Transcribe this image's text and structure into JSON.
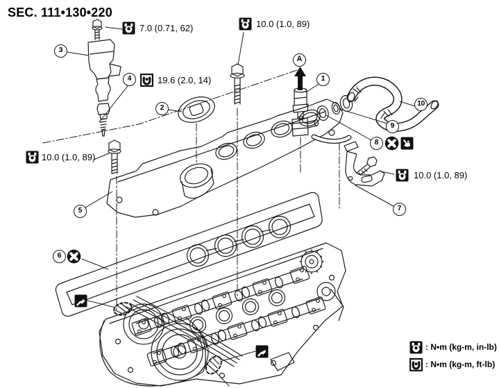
{
  "header": {
    "section_label": "SEC. 111•130•220"
  },
  "callouts": [
    {
      "label": "1"
    },
    {
      "label": "2"
    },
    {
      "label": "3"
    },
    {
      "label": "4"
    },
    {
      "label": "5"
    },
    {
      "label": "6"
    },
    {
      "label": "7"
    },
    {
      "label": "8"
    },
    {
      "label": "9"
    },
    {
      "label": "10"
    },
    {
      "label": "A"
    }
  ],
  "torques": [
    {
      "value": "7.0 (0.71, 62)",
      "unit_icon": "torque-inlb-icon"
    },
    {
      "value": "10.0 (1.0, 89)",
      "unit_icon": "torque-inlb-icon"
    },
    {
      "value": "19.6 (2.0, 14)",
      "unit_icon": "torque-ftlb-icon"
    },
    {
      "value": "10.0 (1.0, 89)",
      "unit_icon": "torque-inlb-icon"
    },
    {
      "value": "10.0 (1.0, 89)",
      "unit_icon": "torque-inlb-icon"
    }
  ],
  "legend": {
    "rows": [
      {
        "icon": "torque-inlb-icon",
        "text": ": N•m (kg-m, in-lb)"
      },
      {
        "icon": "torque-ftlb-icon",
        "text": ": N•m (kg-m, ft-lb)"
      }
    ]
  },
  "symbols": {
    "do_not_reuse": "do-not-reuse-icon",
    "liquid_gasket": "liquid-gasket-icon",
    "lubricant": "lubricant-icon"
  },
  "colors": {
    "line": "#1a1a1a",
    "background": "#ffffff"
  }
}
